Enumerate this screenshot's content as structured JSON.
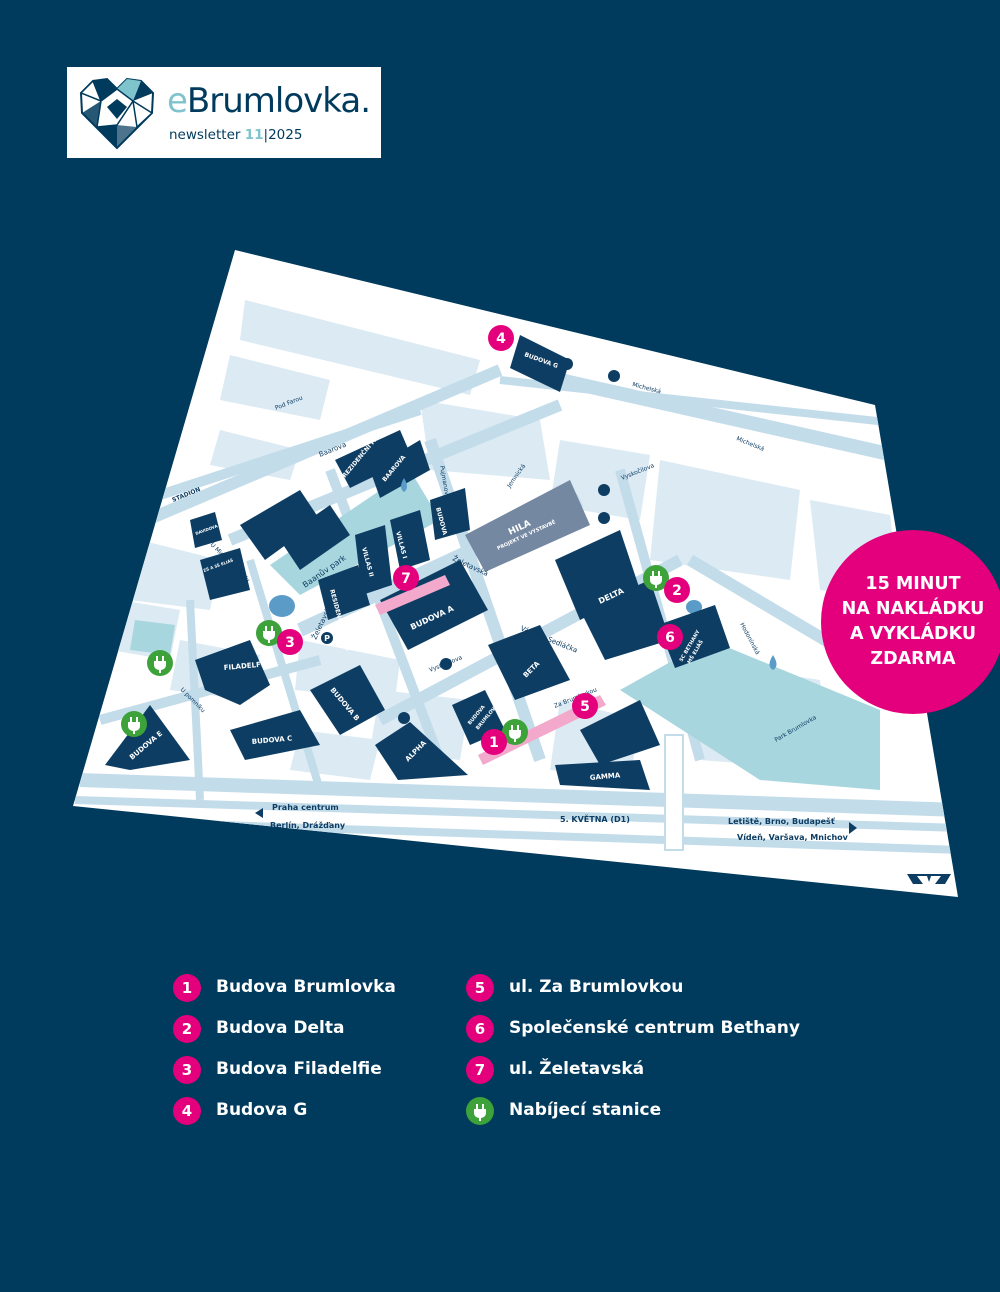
{
  "header": {
    "brand_prefix": "e",
    "brand_name": "Brumlovka.",
    "issue_prefix": "newsletter ",
    "issue_number": "11",
    "issue_sep": "|",
    "issue_year": "2025"
  },
  "badge": {
    "line1": "15 MINUT",
    "line2": "NA NAKLÁDKU",
    "line3": "A VYKLÁDKU",
    "line4": "ZDARMA"
  },
  "map": {
    "streets": {
      "pod_farou": "Pod Farou",
      "baarova": "Baarova",
      "stadion": "STADION",
      "u_michelske_skoly": "U Michelské školy",
      "zeletavska_1": "Želetavská",
      "zeletavska_2": "Želetavská",
      "u_pomniku": "U pomníku",
      "vyskocilova_1": "Vyskočilova",
      "vyskocilova_2": "Vyskočilova",
      "jemnicka": "Jemnická",
      "pujmanove": "Pujmanové",
      "michelska_1": "Michelská",
      "michelska_2": "Michelská",
      "vaclava_sedlacka": "Václava Sedláčka",
      "za_brumlovkou": "Za Brumlovkou",
      "hodoninska": "Hodonínská",
      "park_brumlovka": "Park Brumlovka",
      "baanuv_park": "Baanův park"
    },
    "buildings": {
      "budova_g": "BUDOVA G",
      "rezidencni_park": "REZIDENČNÍ PARK",
      "baarova": "BAAROVA",
      "budova_d": "BUDOVA D",
      "hila": "HILA",
      "hila_sub": "PROJEKT VE VÝSTAVBĚ",
      "villas_1": "VILLAS I",
      "villas_2": "VILLAS II",
      "residence_villas": "RESIDENCE VILLAS",
      "budova_a": "BUDOVA A",
      "delta": "DELTA",
      "sc_bethany": "SC BETHANY",
      "ms_eliias": "MŠ ELIÁŠ",
      "filadelfie": "FILADELFIE",
      "budova_b": "BUDOVA B",
      "budova_c": "BUDOVA C",
      "budova_e": "BUDOVA E",
      "beta": "BETA",
      "budova_brumlovka_1": "BUDOVA",
      "budova_brumlovka_2": "BRUMLOVKA",
      "alpha": "ALPHA",
      "gamma": "GAMMA",
      "davidova_skola": "DAVIDOVA ŠKOLA",
      "zs_eliias": "ZŠ A SŠ ELIÁŠ"
    },
    "roads": {
      "praha_centrum": "Praha centrum",
      "berlin": "Berlín, Drážďany",
      "d1": "5. KVĚTNA (D1)",
      "letiste": "Letiště, Brno, Budapešť",
      "viden": "Vídeň, Varšava, Mnichov"
    },
    "markers": [
      "1",
      "2",
      "3",
      "4",
      "5",
      "6",
      "7"
    ],
    "parking_icon_label": "P",
    "icons": [
      "charging-station-icon",
      "metro-logo-icon",
      "water-drop-icon",
      "bus-stop-icon",
      "parking-icon"
    ]
  },
  "legend": {
    "items": [
      {
        "num": "1",
        "label": "Budova Brumlovka"
      },
      {
        "num": "2",
        "label": "Budova Delta"
      },
      {
        "num": "3",
        "label": "Budova Filadelfie"
      },
      {
        "num": "4",
        "label": "Budova G"
      },
      {
        "num": "5",
        "label": "ul. Za Brumlovkou"
      },
      {
        "num": "6",
        "label": "Společenské centrum Bethany"
      },
      {
        "num": "7",
        "label": "ul. Želetavská"
      },
      {
        "label": "Nabíjecí stanice"
      }
    ]
  },
  "colors": {
    "background": "#003a5c",
    "accent_magenta": "#e4007d",
    "accent_green": "#3da23a",
    "brand_light": "#7fc4cc",
    "map_surface": "#ffffff",
    "map_light": "#dbeaf3",
    "map_water": "#a8d6df",
    "building_dark": "#0d3d63",
    "building_grey": "#7588a2"
  }
}
